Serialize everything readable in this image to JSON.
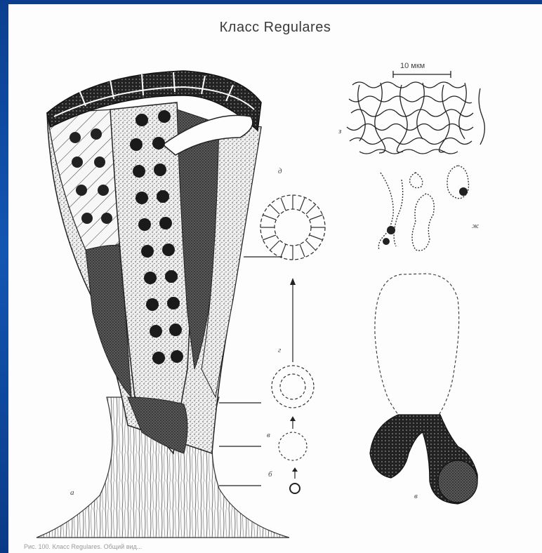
{
  "title": "Класс Regulares",
  "scale_bar": "10 мкм",
  "labels": {
    "a": "а",
    "b": "б",
    "v_small": "в",
    "g": "г",
    "d": "д",
    "zh": "ж",
    "z": "з",
    "v_large": "в"
  },
  "caption": "Рис. 100. Класс Regulares. Общий вид..."
}
